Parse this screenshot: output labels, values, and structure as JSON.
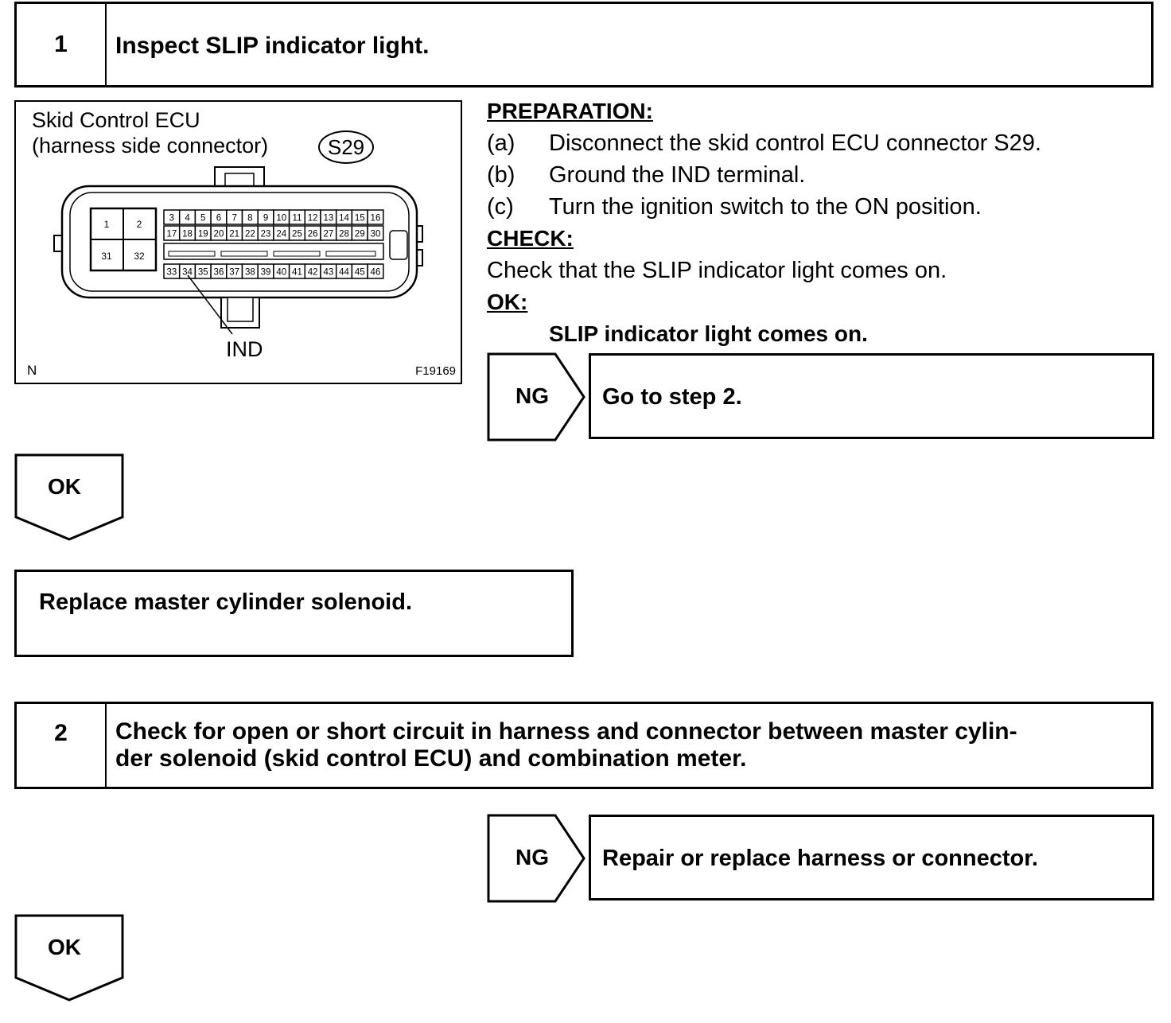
{
  "step1": {
    "number": "1",
    "title": "Inspect SLIP indicator light."
  },
  "figure": {
    "title_line1": "Skid Control ECU",
    "title_line2": "(harness side connector)",
    "connector_id": "S29",
    "terminal_label": "IND",
    "corner_left": "N",
    "figure_id": "F19169",
    "big_pins": [
      "1",
      "2",
      "31",
      "32"
    ],
    "row1": [
      "3",
      "4",
      "5",
      "6",
      "7",
      "8",
      "9",
      "10",
      "11",
      "12",
      "13",
      "14",
      "15",
      "16"
    ],
    "row2": [
      "17",
      "18",
      "19",
      "20",
      "21",
      "22",
      "23",
      "24",
      "25",
      "26",
      "27",
      "28",
      "29",
      "30"
    ],
    "row3": [
      "33",
      "34",
      "35",
      "36",
      "37",
      "38",
      "39",
      "40",
      "41",
      "42",
      "43",
      "44",
      "45",
      "46"
    ]
  },
  "procedure": {
    "preparation_header": "PREPARATION:",
    "steps": [
      {
        "label": "(a)",
        "text": "Disconnect the skid control ECU connector S29."
      },
      {
        "label": "(b)",
        "text": "Ground the IND terminal."
      },
      {
        "label": "(c)",
        "text": "Turn the ignition switch to the ON position."
      }
    ],
    "check_header": "CHECK:",
    "check_text": "Check that the SLIP indicator light comes on.",
    "ok_header": "OK:",
    "ok_text": "SLIP indicator light comes on."
  },
  "ng1": {
    "label": "NG",
    "text": "Go to step 2."
  },
  "ok1": {
    "label": "OK"
  },
  "result1": {
    "text": "Replace master cylinder solenoid."
  },
  "step2": {
    "number": "2",
    "title_line1": "Check for open or short circuit in harness and connector between master cylin-",
    "title_line2": "der solenoid (skid control ECU) and combination meter."
  },
  "ng2": {
    "label": "NG",
    "text": "Repair or replace harness or connector."
  },
  "ok2": {
    "label": "OK"
  }
}
